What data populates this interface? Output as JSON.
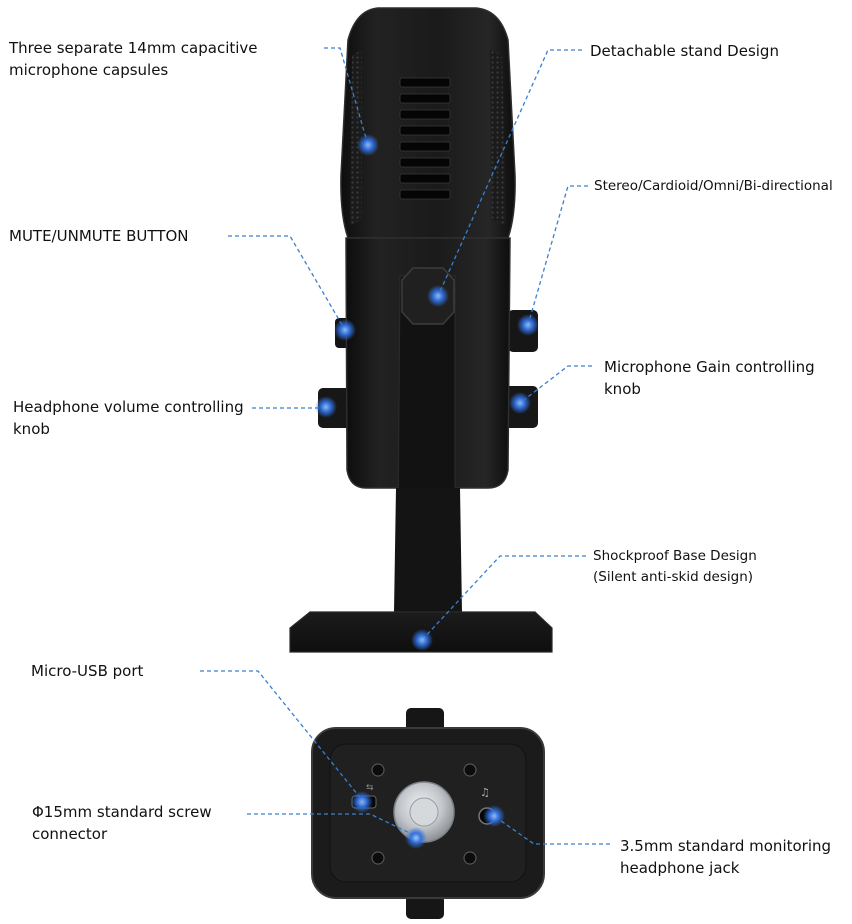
{
  "colors": {
    "body": "#1a1a1a",
    "body_edge": "#2e2e2e",
    "grille": "#0b0b0b",
    "leader": "#3a7fd0",
    "dot": "#2f6fe0",
    "metal": "#bfc3c7"
  },
  "labels": {
    "capsules": {
      "line1": "Three separate 14mm capacitive",
      "line2": "microphone capsules"
    },
    "stand": {
      "line1": "Detachable stand Design"
    },
    "patterns": {
      "line1": "Stereo/Cardioid/Omni/Bi-directional"
    },
    "mute": {
      "line1": "MUTE/UNMUTE BUTTON"
    },
    "gain": {
      "line1": "Microphone Gain controlling",
      "line2": "knob"
    },
    "headphone_vol": {
      "line1": "Headphone volume controlling",
      "line2": "knob"
    },
    "base": {
      "line1": "Shockproof Base Design",
      "line2": "(Silent anti-skid design)"
    },
    "usb": {
      "line1": "Micro-USB port"
    },
    "screw": {
      "line1": "Φ15mm standard screw",
      "line2": "connector"
    },
    "jack": {
      "line1": "3.5mm standard monitoring",
      "line2": "headphone jack"
    }
  }
}
